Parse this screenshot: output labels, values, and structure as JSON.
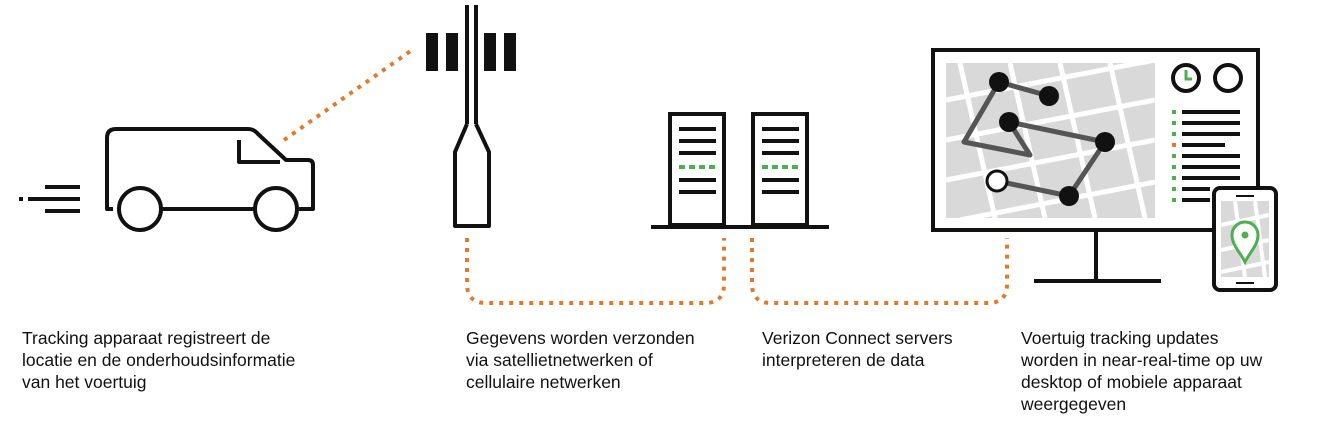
{
  "colors": {
    "stroke": "#111111",
    "link_dots": "#E07B2E",
    "accent_green": "#4CAF50",
    "map_bg": "#D9D9D9",
    "background": "#FFFFFF"
  },
  "icons": [
    "van-icon",
    "motion-lines-icon",
    "cell-tower-icon",
    "signal-bars-icon",
    "server-rack-icon",
    "monitor-icon",
    "route-map-icon",
    "clock-icon",
    "smartphone-icon",
    "location-pin-icon"
  ],
  "steps": [
    {
      "lines": [
        "Tracking apparaat registreert de",
        "locatie en de onderhoudsinformatie",
        "van het voertuig"
      ]
    },
    {
      "lines": [
        "Gegevens worden verzonden",
        "via satellietnetwerken of",
        "cellulaire netwerken"
      ]
    },
    {
      "lines": [
        "Verizon Connect servers",
        "interpreteren de data"
      ]
    },
    {
      "lines": [
        "Voertuig tracking updates",
        "worden in near-real-time op uw",
        "desktop of mobiele apparaat",
        "weergegeven"
      ]
    }
  ]
}
